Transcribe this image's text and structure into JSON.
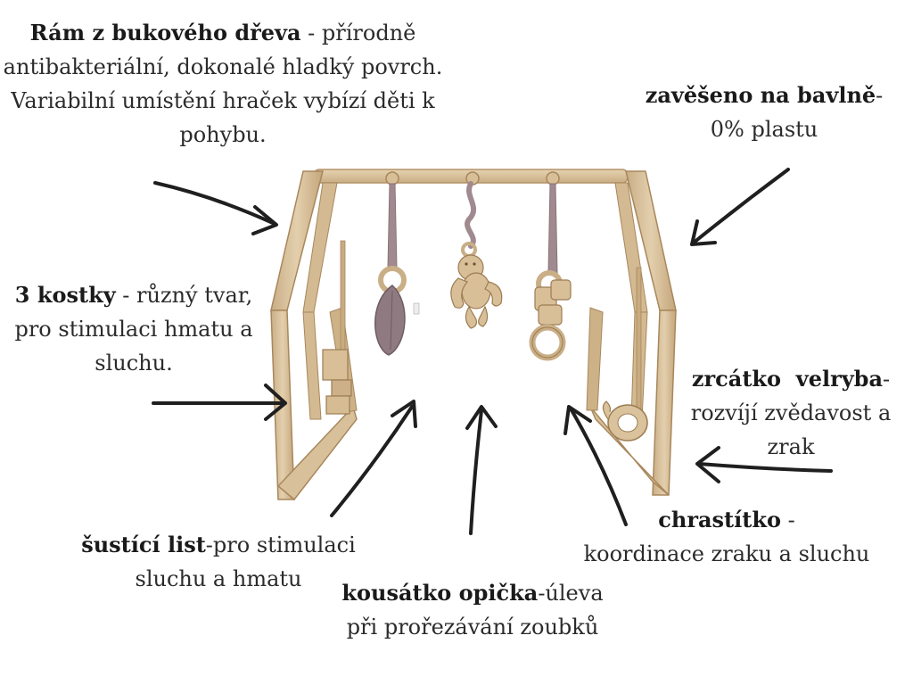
{
  "annotations": {
    "frame": {
      "title": "Rám z bukového dřeva",
      "sep": " - ",
      "line1_rest": "přírodně",
      "line2": "antibakteriální, dokonalé hladký povrch.",
      "line3": "Variabilní umístění hraček vybízí děti k",
      "line4": "pohybu."
    },
    "cotton": {
      "title": "zavěšeno na bavlně",
      "sep": "-",
      "line2": "0% plastu"
    },
    "cubes": {
      "title": "3 kostky",
      "rest1": " - různý tvar,",
      "line2": "pro stimulaci hmatu a",
      "line3": "sluchu."
    },
    "mirror": {
      "title": "zrcátko  velryba",
      "sep": "-",
      "line2": "rozvíjí zvědavost a",
      "line3": "zrak"
    },
    "rattle": {
      "title": "chrastítko",
      "sep": " -",
      "line2": "koordinace zraku a sluchu"
    },
    "leaf": {
      "title": "šustící list",
      "rest1": "-pro stimulaci",
      "line2": "sluchu a hmatu"
    },
    "monkey": {
      "title": "kousátko opička",
      "rest1": "-úleva",
      "line2": "při prořezávání zoubků"
    }
  },
  "colors": {
    "wood": "#d9c3a0",
    "wood_dark": "#b89a72",
    "wood_edge": "#a8875c",
    "cotton": "#a08a90",
    "leaf": "#8e7a80",
    "arrow": "#1f1f1f",
    "background": "#ffffff"
  }
}
